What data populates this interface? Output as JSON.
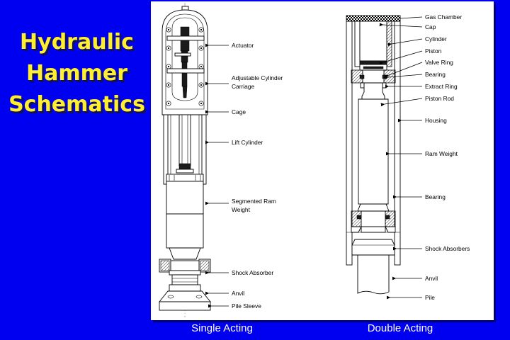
{
  "slide": {
    "background_color": "#0000f0",
    "title_color": "#ffef2e",
    "title_lines": [
      "Hydraulic",
      "Hammer",
      "Schematics"
    ],
    "panel_color": "#ffffff"
  },
  "captions": {
    "left": "Single Acting",
    "right": "Double Acting"
  },
  "diagrams": [
    {
      "name": "single-acting",
      "caption": "Single Acting",
      "labels": [
        {
          "id": "actuator",
          "text": "Actuator"
        },
        {
          "id": "adjustable-cylinder-carriage",
          "text": "Adjustable Cylinder",
          "text2": "Carriage"
        },
        {
          "id": "cage",
          "text": "Cage"
        },
        {
          "id": "lift-cylinder",
          "text": "Lift Cylinder"
        },
        {
          "id": "segmented-ram-weight",
          "text": "Segmented Ram",
          "text2": "Weight"
        },
        {
          "id": "shock-absorber",
          "text": "Shock Absorber"
        },
        {
          "id": "anvil",
          "text": "Anvil"
        },
        {
          "id": "pile-sleeve",
          "text": "Pile Sleeve"
        }
      ]
    },
    {
      "name": "double-acting",
      "caption": "Double Acting",
      "labels": [
        {
          "id": "gas-chamber",
          "text": "Gas Chamber"
        },
        {
          "id": "cap",
          "text": "Cap"
        },
        {
          "id": "cylinder",
          "text": "Cylinder"
        },
        {
          "id": "piston",
          "text": "Piston"
        },
        {
          "id": "valve-ring",
          "text": "Valve Ring"
        },
        {
          "id": "bearing-top",
          "text": "Bearing"
        },
        {
          "id": "extract-ring",
          "text": "Extract Ring"
        },
        {
          "id": "piston-rod",
          "text": "Piston Rod"
        },
        {
          "id": "housing",
          "text": "Housing"
        },
        {
          "id": "ram-weight",
          "text": "Ram Weight"
        },
        {
          "id": "bearing-lower",
          "text": "Bearing"
        },
        {
          "id": "shock-absorbers",
          "text": "Shock Absorbers"
        },
        {
          "id": "anvil",
          "text": "Anvil"
        },
        {
          "id": "pile",
          "text": "Pile"
        }
      ]
    }
  ]
}
